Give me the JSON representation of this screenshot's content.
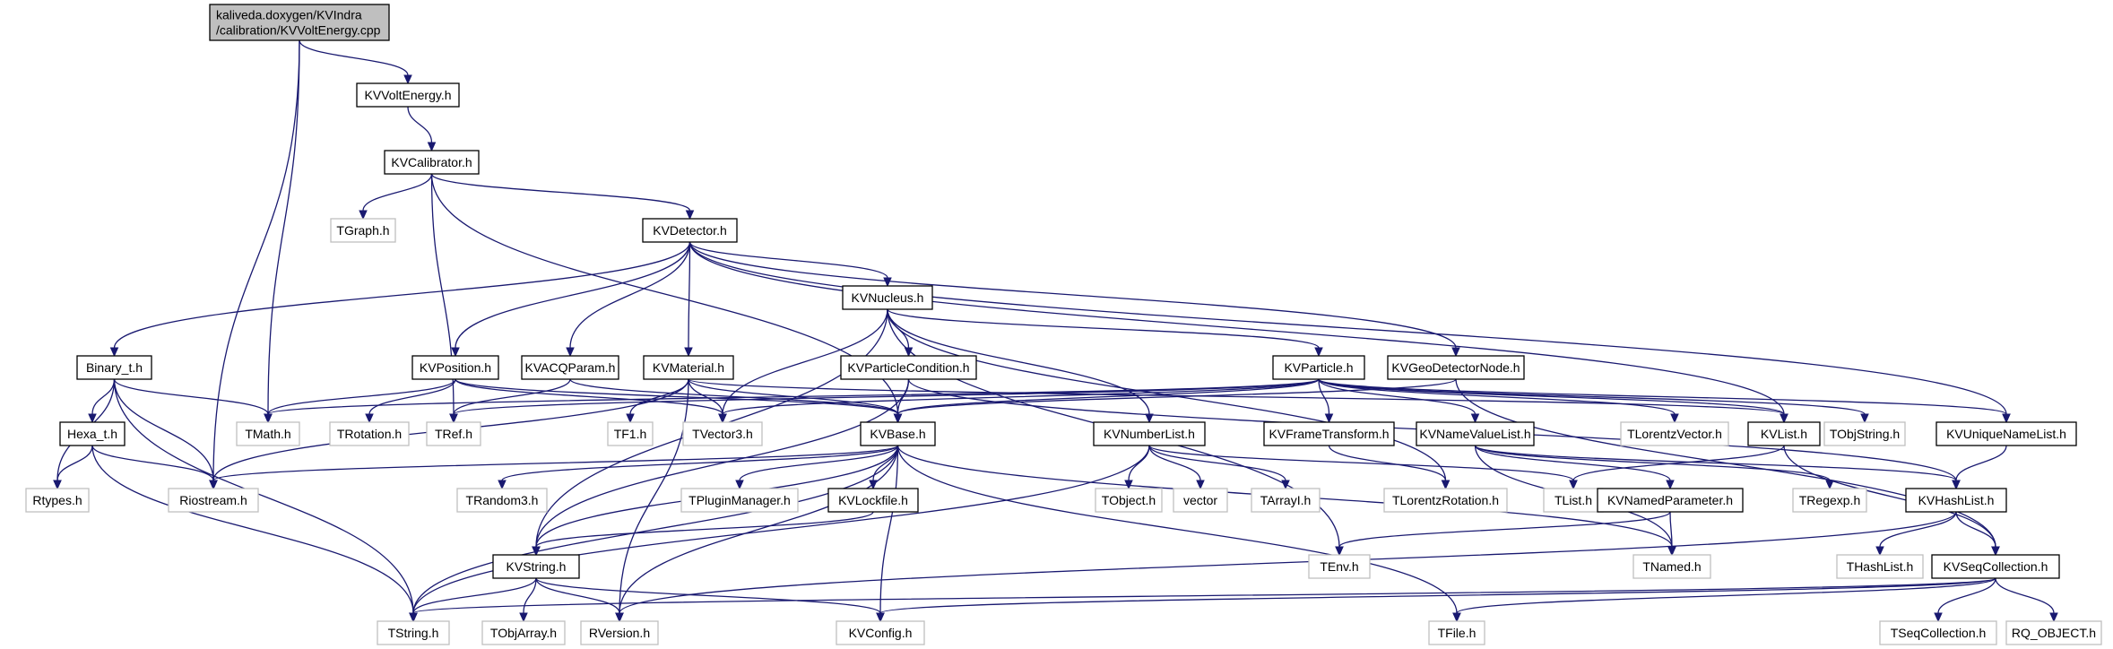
{
  "nodes": [
    {
      "id": "root",
      "lines": [
        "kaliveda.doxygen/KVIndra",
        "/calibration/KVVoltEnergy.cpp"
      ],
      "kind": "root"
    },
    {
      "id": "KVVoltEnergy",
      "lines": [
        "KVVoltEnergy.h"
      ],
      "kind": "main"
    },
    {
      "id": "KVCalibrator",
      "lines": [
        "KVCalibrator.h"
      ],
      "kind": "main"
    },
    {
      "id": "TGraph",
      "lines": [
        "TGraph.h"
      ],
      "kind": "ext"
    },
    {
      "id": "KVDetector",
      "lines": [
        "KVDetector.h"
      ],
      "kind": "main"
    },
    {
      "id": "KVNucleus",
      "lines": [
        "KVNucleus.h"
      ],
      "kind": "main"
    },
    {
      "id": "Binary_t",
      "lines": [
        "Binary_t.h"
      ],
      "kind": "main"
    },
    {
      "id": "KVPosition",
      "lines": [
        "KVPosition.h"
      ],
      "kind": "main"
    },
    {
      "id": "KVACQParam",
      "lines": [
        "KVACQParam.h"
      ],
      "kind": "main"
    },
    {
      "id": "KVMaterial",
      "lines": [
        "KVMaterial.h"
      ],
      "kind": "main"
    },
    {
      "id": "KVParticleCondition",
      "lines": [
        "KVParticleCondition.h"
      ],
      "kind": "main"
    },
    {
      "id": "KVParticle",
      "lines": [
        "KVParticle.h"
      ],
      "kind": "main"
    },
    {
      "id": "KVGeoDetectorNode",
      "lines": [
        "KVGeoDetectorNode.h"
      ],
      "kind": "main"
    },
    {
      "id": "Hexa_t",
      "lines": [
        "Hexa_t.h"
      ],
      "kind": "main"
    },
    {
      "id": "TMath",
      "lines": [
        "TMath.h"
      ],
      "kind": "ext"
    },
    {
      "id": "TRotation",
      "lines": [
        "TRotation.h"
      ],
      "kind": "ext"
    },
    {
      "id": "TRef",
      "lines": [
        "TRef.h"
      ],
      "kind": "ext"
    },
    {
      "id": "TF1",
      "lines": [
        "TF1.h"
      ],
      "kind": "ext"
    },
    {
      "id": "TVector3",
      "lines": [
        "TVector3.h"
      ],
      "kind": "ext"
    },
    {
      "id": "KVBase",
      "lines": [
        "KVBase.h"
      ],
      "kind": "main"
    },
    {
      "id": "KVNumberList",
      "lines": [
        "KVNumberList.h"
      ],
      "kind": "main"
    },
    {
      "id": "KVFrameTransform",
      "lines": [
        "KVFrameTransform.h"
      ],
      "kind": "main"
    },
    {
      "id": "KVNameValueList",
      "lines": [
        "KVNameValueList.h"
      ],
      "kind": "main"
    },
    {
      "id": "TLorentzVector",
      "lines": [
        "TLorentzVector.h"
      ],
      "kind": "ext"
    },
    {
      "id": "KVList",
      "lines": [
        "KVList.h"
      ],
      "kind": "main"
    },
    {
      "id": "TObjString",
      "lines": [
        "TObjString.h"
      ],
      "kind": "ext"
    },
    {
      "id": "KVUniqueNameList",
      "lines": [
        "KVUniqueNameList.h"
      ],
      "kind": "main"
    },
    {
      "id": "Rtypes",
      "lines": [
        "Rtypes.h"
      ],
      "kind": "ext"
    },
    {
      "id": "Riostream",
      "lines": [
        "Riostream.h"
      ],
      "kind": "ext"
    },
    {
      "id": "TRandom3",
      "lines": [
        "TRandom3.h"
      ],
      "kind": "ext"
    },
    {
      "id": "TPluginManager",
      "lines": [
        "TPluginManager.h"
      ],
      "kind": "ext"
    },
    {
      "id": "KVLockfile",
      "lines": [
        "KVLockfile.h"
      ],
      "kind": "main"
    },
    {
      "id": "TObject",
      "lines": [
        "TObject.h"
      ],
      "kind": "ext"
    },
    {
      "id": "vector",
      "lines": [
        "vector"
      ],
      "kind": "ext"
    },
    {
      "id": "TArrayI",
      "lines": [
        "TArrayI.h"
      ],
      "kind": "ext"
    },
    {
      "id": "TLorentzRotation",
      "lines": [
        "TLorentzRotation.h"
      ],
      "kind": "ext"
    },
    {
      "id": "TList",
      "lines": [
        "TList.h"
      ],
      "kind": "ext"
    },
    {
      "id": "KVNamedParameter",
      "lines": [
        "KVNamedParameter.h"
      ],
      "kind": "main"
    },
    {
      "id": "TRegexp",
      "lines": [
        "TRegexp.h"
      ],
      "kind": "ext"
    },
    {
      "id": "KVHashList",
      "lines": [
        "KVHashList.h"
      ],
      "kind": "main"
    },
    {
      "id": "KVString",
      "lines": [
        "KVString.h"
      ],
      "kind": "main"
    },
    {
      "id": "TEnv",
      "lines": [
        "TEnv.h"
      ],
      "kind": "ext"
    },
    {
      "id": "TNamed",
      "lines": [
        "TNamed.h"
      ],
      "kind": "ext"
    },
    {
      "id": "THashList",
      "lines": [
        "THashList.h"
      ],
      "kind": "ext"
    },
    {
      "id": "KVSeqCollection",
      "lines": [
        "KVSeqCollection.h"
      ],
      "kind": "main"
    },
    {
      "id": "TString",
      "lines": [
        "TString.h"
      ],
      "kind": "ext"
    },
    {
      "id": "TObjArray",
      "lines": [
        "TObjArray.h"
      ],
      "kind": "ext"
    },
    {
      "id": "RVersion",
      "lines": [
        "RVersion.h"
      ],
      "kind": "ext"
    },
    {
      "id": "KVConfig",
      "lines": [
        "KVConfig.h"
      ],
      "kind": "ext"
    },
    {
      "id": "TFile",
      "lines": [
        "TFile.h"
      ],
      "kind": "ext"
    },
    {
      "id": "TSeqCollection",
      "lines": [
        "TSeqCollection.h"
      ],
      "kind": "ext"
    },
    {
      "id": "RQ_OBJECT",
      "lines": [
        "RQ_OBJECT.h"
      ],
      "kind": "ext"
    }
  ],
  "edges": [
    [
      "root",
      "KVVoltEnergy"
    ],
    [
      "root",
      "TMath"
    ],
    [
      "root",
      "Riostream"
    ],
    [
      "KVVoltEnergy",
      "KVCalibrator"
    ],
    [
      "KVCalibrator",
      "TGraph"
    ],
    [
      "KVCalibrator",
      "KVDetector"
    ],
    [
      "KVCalibrator",
      "TRef"
    ],
    [
      "KVCalibrator",
      "KVBase"
    ],
    [
      "KVDetector",
      "KVNucleus"
    ],
    [
      "KVDetector",
      "Binary_t"
    ],
    [
      "KVDetector",
      "KVPosition"
    ],
    [
      "KVDetector",
      "KVACQParam"
    ],
    [
      "KVDetector",
      "KVMaterial"
    ],
    [
      "KVDetector",
      "KVGeoDetectorNode"
    ],
    [
      "KVDetector",
      "KVList"
    ],
    [
      "KVDetector",
      "KVUniqueNameList"
    ],
    [
      "KVNucleus",
      "KVParticleCondition"
    ],
    [
      "KVNucleus",
      "KVParticle"
    ],
    [
      "KVNucleus",
      "TVector3"
    ],
    [
      "KVNucleus",
      "KVNumberList"
    ],
    [
      "KVNucleus",
      "TLorentzRotation"
    ],
    [
      "KVNucleus",
      "TEnv"
    ],
    [
      "KVNucleus",
      "KVString"
    ],
    [
      "Binary_t",
      "Hexa_t"
    ],
    [
      "Binary_t",
      "TMath"
    ],
    [
      "Binary_t",
      "Rtypes"
    ],
    [
      "Binary_t",
      "Riostream"
    ],
    [
      "Binary_t",
      "TString"
    ],
    [
      "Hexa_t",
      "Rtypes"
    ],
    [
      "Hexa_t",
      "Riostream"
    ],
    [
      "Hexa_t",
      "TString"
    ],
    [
      "KVPosition",
      "TMath"
    ],
    [
      "KVPosition",
      "TRotation"
    ],
    [
      "KVPosition",
      "TVector3"
    ],
    [
      "KVPosition",
      "KVBase"
    ],
    [
      "KVACQParam",
      "TRef"
    ],
    [
      "KVACQParam",
      "KVBase"
    ],
    [
      "KVMaterial",
      "TF1"
    ],
    [
      "KVMaterial",
      "TVector3"
    ],
    [
      "KVMaterial",
      "KVBase"
    ],
    [
      "KVMaterial",
      "Riostream"
    ],
    [
      "KVMaterial",
      "KVList"
    ],
    [
      "KVMaterial",
      "RVersion"
    ],
    [
      "KVParticleCondition",
      "KVBase"
    ],
    [
      "KVParticleCondition",
      "KVHashList"
    ],
    [
      "KVParticleCondition",
      "KVString"
    ],
    [
      "KVParticle",
      "TMath"
    ],
    [
      "KVParticle",
      "TRef"
    ],
    [
      "KVParticle",
      "TVector3"
    ],
    [
      "KVParticle",
      "KVBase"
    ],
    [
      "KVParticle",
      "KVFrameTransform"
    ],
    [
      "KVParticle",
      "KVNameValueList"
    ],
    [
      "KVParticle",
      "TLorentzVector"
    ],
    [
      "KVParticle",
      "KVList"
    ],
    [
      "KVParticle",
      "TObjString"
    ],
    [
      "KVParticle",
      "KVUniqueNameList"
    ],
    [
      "KVGeoDetectorNode",
      "KVBase"
    ],
    [
      "KVGeoDetectorNode",
      "KVSeqCollection"
    ],
    [
      "KVBase",
      "Riostream"
    ],
    [
      "KVBase",
      "TRandom3"
    ],
    [
      "KVBase",
      "TPluginManager"
    ],
    [
      "KVBase",
      "KVLockfile"
    ],
    [
      "KVBase",
      "KVString"
    ],
    [
      "KVBase",
      "TString"
    ],
    [
      "KVBase",
      "RVersion"
    ],
    [
      "KVBase",
      "KVConfig"
    ],
    [
      "KVBase",
      "TFile"
    ],
    [
      "KVBase",
      "TNamed"
    ],
    [
      "KVNumberList",
      "TObject"
    ],
    [
      "KVNumberList",
      "vector"
    ],
    [
      "KVNumberList",
      "TArrayI"
    ],
    [
      "KVNumberList",
      "TList"
    ],
    [
      "KVNumberList",
      "TString"
    ],
    [
      "KVFrameTransform",
      "TLorentzRotation"
    ],
    [
      "KVNameValueList",
      "KVNamedParameter"
    ],
    [
      "KVNameValueList",
      "TRegexp"
    ],
    [
      "KVNameValueList",
      "KVHashList"
    ],
    [
      "KVNameValueList",
      "TNamed"
    ],
    [
      "KVList",
      "TList"
    ],
    [
      "KVList",
      "KVSeqCollection"
    ],
    [
      "KVUniqueNameList",
      "KVHashList"
    ],
    [
      "KVLockfile",
      "KVString"
    ],
    [
      "KVNamedParameter",
      "TEnv"
    ],
    [
      "KVNamedParameter",
      "TNamed"
    ],
    [
      "KVHashList",
      "THashList"
    ],
    [
      "KVHashList",
      "KVSeqCollection"
    ],
    [
      "KVHashList",
      "RVersion"
    ],
    [
      "KVString",
      "TString"
    ],
    [
      "KVString",
      "TObjArray"
    ],
    [
      "KVString",
      "RVersion"
    ],
    [
      "KVString",
      "KVConfig"
    ],
    [
      "KVSeqCollection",
      "TSeqCollection"
    ],
    [
      "KVSeqCollection",
      "RQ_OBJECT"
    ],
    [
      "KVSeqCollection",
      "KVConfig"
    ],
    [
      "KVSeqCollection",
      "TFile"
    ],
    [
      "KVSeqCollection",
      "TString"
    ]
  ]
}
